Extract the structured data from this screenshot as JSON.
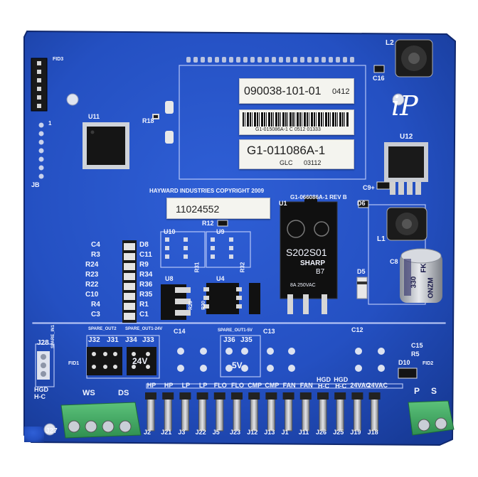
{
  "labels": {
    "sticker_part": "090038-101-01",
    "sticker_date": "0412",
    "barcode_text": "G1-015086A-1 C 0512 01333",
    "sticker_model": "G1-011086A-1",
    "sticker_glc": "GLC",
    "sticker_glc_code": "03112",
    "serial": "11024552",
    "copyright": "HAYWARD INDUSTRIES  COPYRIGHT 2009",
    "rev": "G1-066086A-1 REV B",
    "relay_part": "S202S01",
    "relay_brand": "SHARP",
    "relay_b7": "B7",
    "relay_rating": "8A 250VAC",
    "handwritten": "iP",
    "fid3": "FID3",
    "fid1": "FID1",
    "fid2": "FID2",
    "l2": "L2",
    "l1": "L1",
    "c16": "C16",
    "u11": "U11",
    "r18": "R18",
    "jb": "JB",
    "pin1": "1",
    "u12": "U12",
    "c9": "C9+",
    "d6": "D6",
    "c8": "C8",
    "d5": "D5",
    "r12": "R12",
    "u1": "U1",
    "u10": "U10",
    "u9": "U9",
    "u8": "U8",
    "u4": "U4",
    "r31": "R31",
    "r32": "R32",
    "r29": "R29",
    "r30": "R30",
    "cap_value": "330",
    "cap_brand": "FK",
    "cap_series": "ONZM",
    "c4": "C4",
    "r3": "R3",
    "r24": "R24",
    "r23": "R23",
    "r22": "R22",
    "c10": "C10",
    "r4": "R4",
    "c3": "C3",
    "d8": "D8",
    "c11": "C11",
    "r9": "R9",
    "r34": "R34",
    "r36": "R36",
    "r35": "R35",
    "r1": "R1",
    "c1": "C1",
    "spare_out2": "SPARE_OUT2",
    "spare_out1_24v": "SPARE_OUT1-24V",
    "spare_out1_5v": "SPARE_OUT1-5V",
    "spare_in1": "SPARE_IN1",
    "c14": "C14",
    "c13": "C13",
    "c12": "C12",
    "c15": "C15",
    "r5": "R5",
    "d10": "D10",
    "j32": "J32",
    "j31": "J31",
    "j34": "J34",
    "j33": "J33",
    "j36": "J36",
    "j35": "J35",
    "j28": "J28",
    "j27": "J27",
    "v24": "24V",
    "v5": "5V",
    "hgd_hc": "HGD\nH-C",
    "ws": "WS",
    "ds": "DS",
    "p": "P",
    "s": "S"
  },
  "connectors_top": [
    "HP",
    "HP",
    "LP",
    "LP",
    "FLO",
    "FLO",
    "CMP",
    "CMP",
    "FAN",
    "FAN",
    "HGD H-C",
    "HGD H-C",
    "24VAC",
    "24VAC"
  ],
  "connectors_bottom": [
    "J2",
    "J21",
    "J3",
    "J22",
    "J5",
    "J23",
    "J12",
    "J13",
    "J1",
    "J11",
    "J26",
    "J25",
    "J19",
    "J18"
  ]
}
